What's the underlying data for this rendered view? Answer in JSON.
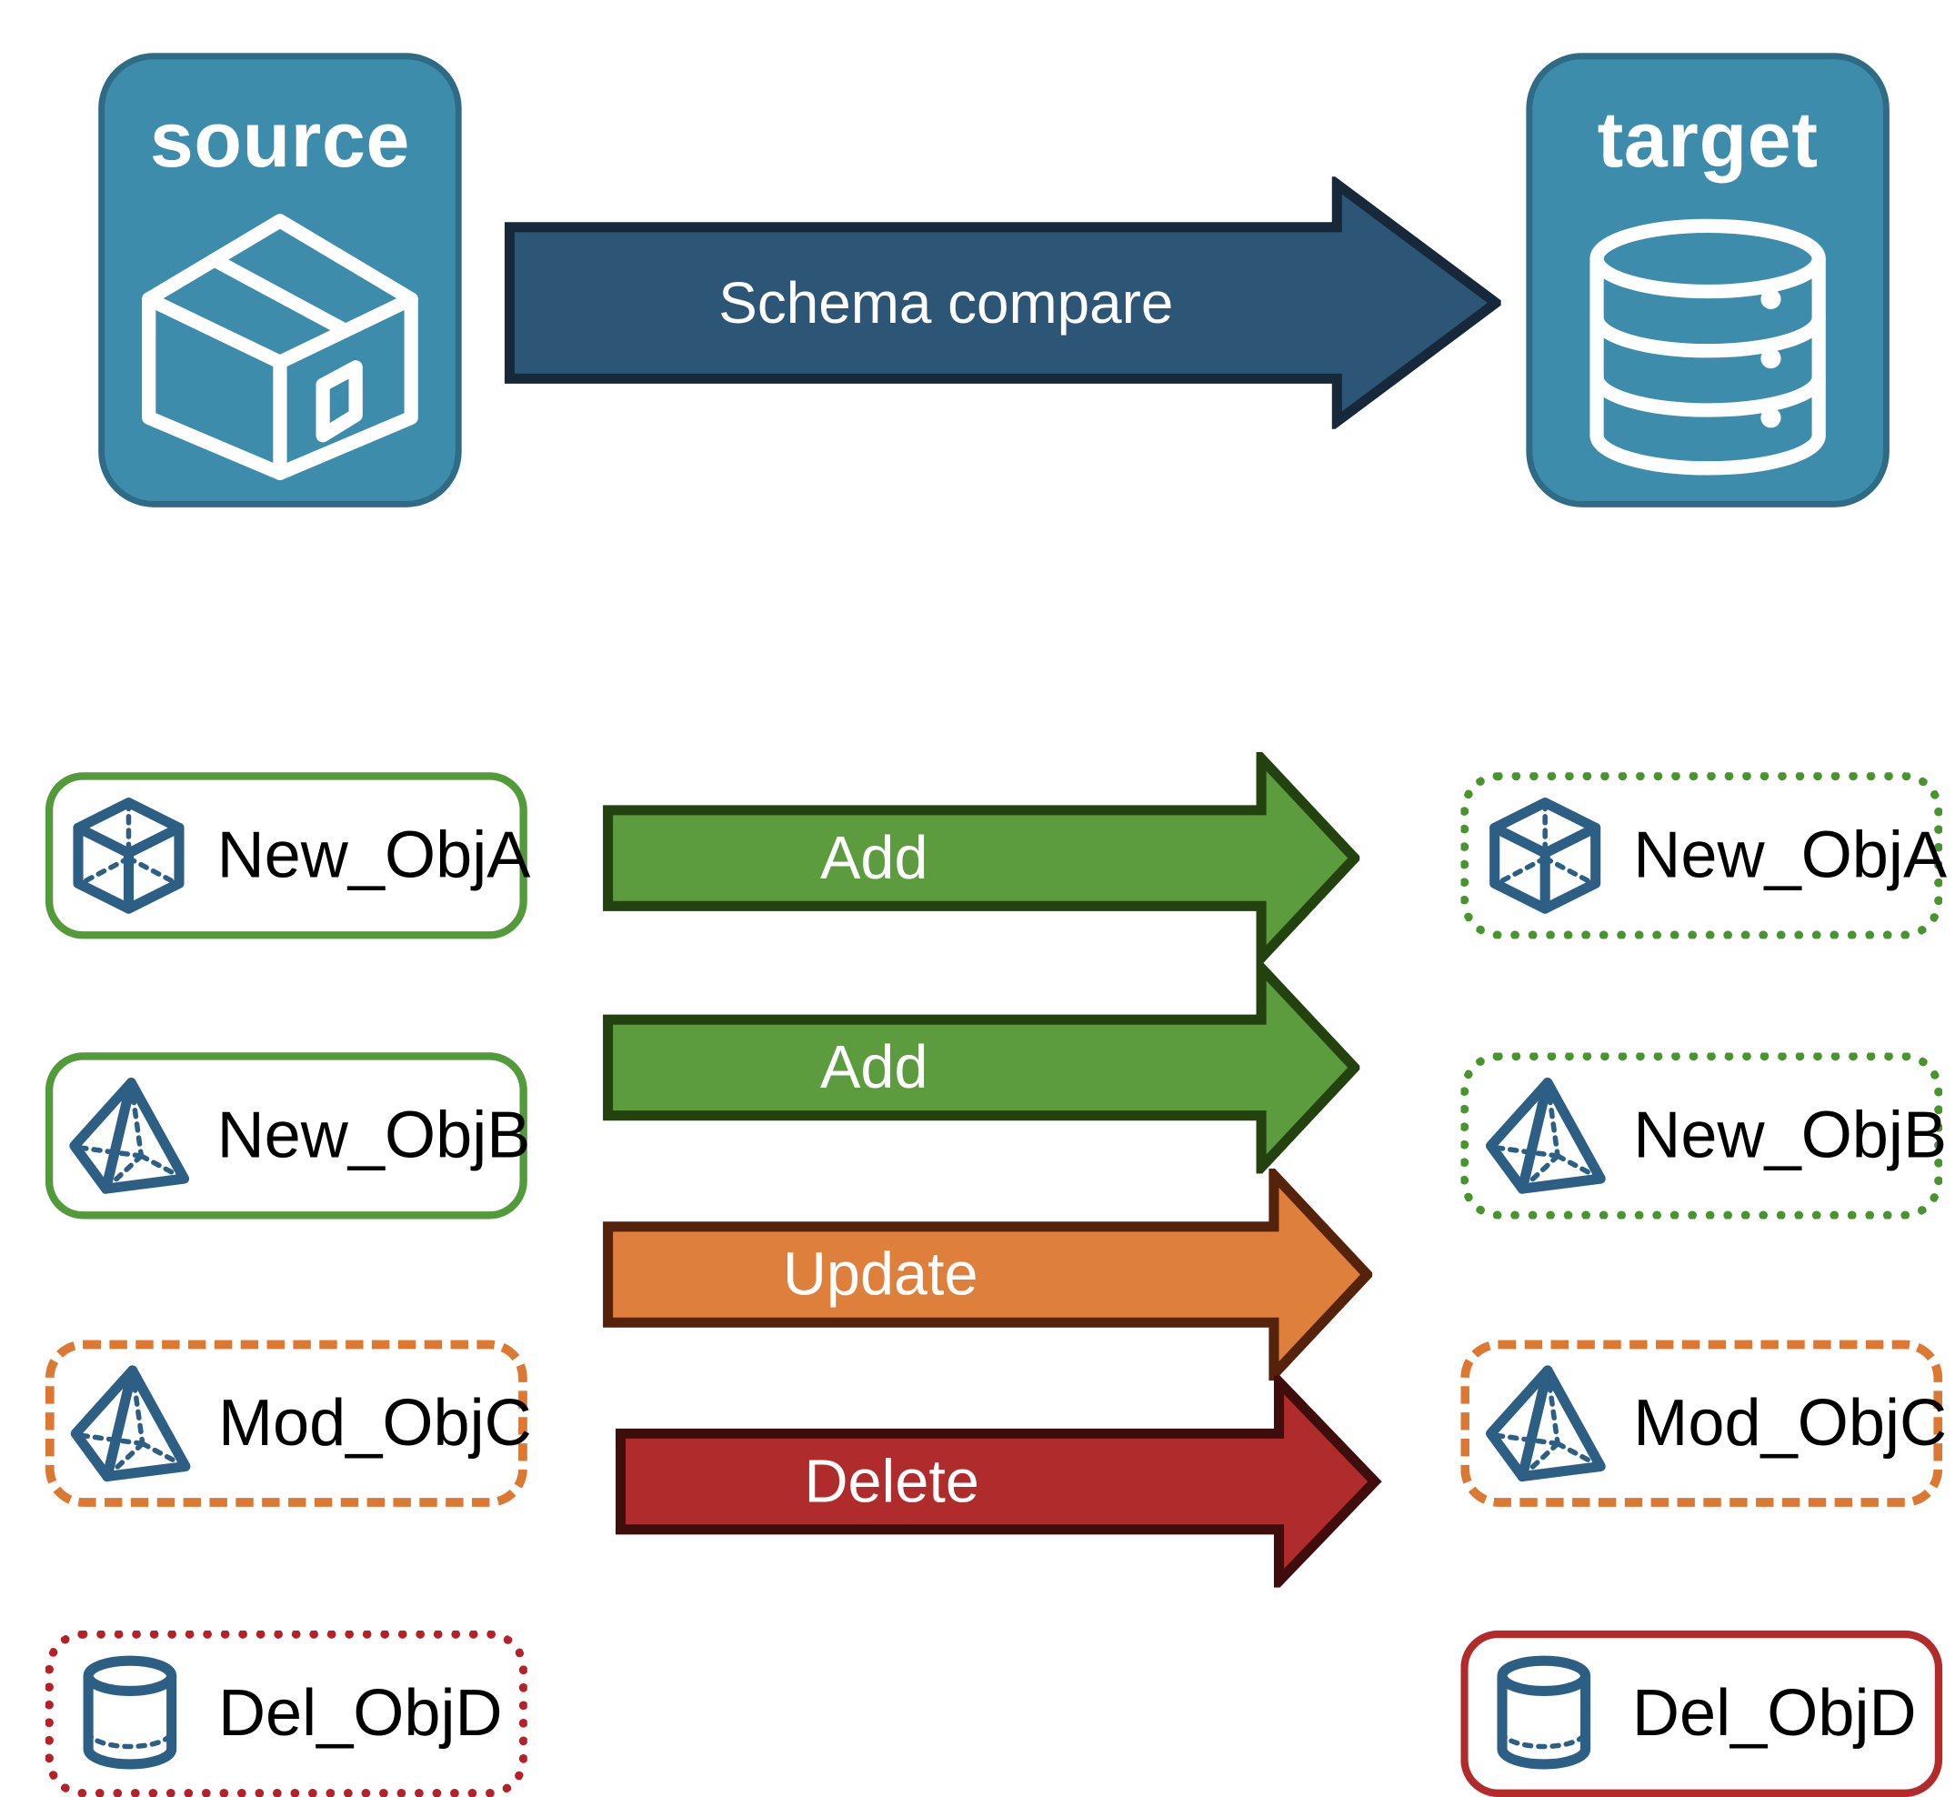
{
  "diagram": {
    "title_source": "source",
    "title_target": "target",
    "compare_label": "Schema compare",
    "colors": {
      "endpoint_fill": "#3e8cab",
      "endpoint_border": "#2f6b85",
      "compare_arrow_fill": "#2d5575",
      "compare_arrow_border": "#16283a",
      "add_fill": "#5d9b3f",
      "add_border": "#23420f",
      "update_fill": "#df7f3c",
      "update_border": "#55220b",
      "delete_fill": "#b02b2b",
      "delete_border": "#400d0d",
      "green": "#539a3a",
      "orange": "#dd7833",
      "red": "#b22a2a",
      "object_icon": "#2d5f84",
      "label_text": "#000000",
      "arrow_label_text": "#ffffff",
      "page_background": "#ffffff"
    },
    "endpoints": [
      {
        "name": "source",
        "icon": "package-box-icon"
      },
      {
        "name": "target",
        "icon": "database-cylinder-icon"
      }
    ],
    "rows": [
      {
        "action": "Add",
        "source_object": "New_ObjA",
        "target_object": "New_ObjA",
        "source_icon": "wireframe-cube-icon",
        "target_icon": "wireframe-cube-icon",
        "source_border_style": "solid-green",
        "target_border_style": "dotted-green",
        "arrow_color": "green"
      },
      {
        "action": "Add",
        "source_object": "New_ObjB",
        "target_object": "New_ObjB",
        "source_icon": "wireframe-pyramid-icon",
        "target_icon": "wireframe-pyramid-icon",
        "source_border_style": "solid-green",
        "target_border_style": "dotted-green",
        "arrow_color": "green"
      },
      {
        "action": "Update",
        "source_object": "Mod_ObjC",
        "target_object": "Mod_ObjC",
        "source_icon": "wireframe-pyramid-icon",
        "target_icon": "wireframe-pyramid-icon",
        "source_border_style": "dashed-orange",
        "target_border_style": "dashed-orange",
        "arrow_color": "orange"
      },
      {
        "action": "Delete",
        "source_object": "Del_ObjD",
        "target_object": "Del_ObjD",
        "source_icon": "wireframe-cylinder-icon",
        "target_icon": "wireframe-cylinder-icon",
        "source_border_style": "dotted-red",
        "target_border_style": "solid-red",
        "arrow_color": "red"
      }
    ]
  }
}
